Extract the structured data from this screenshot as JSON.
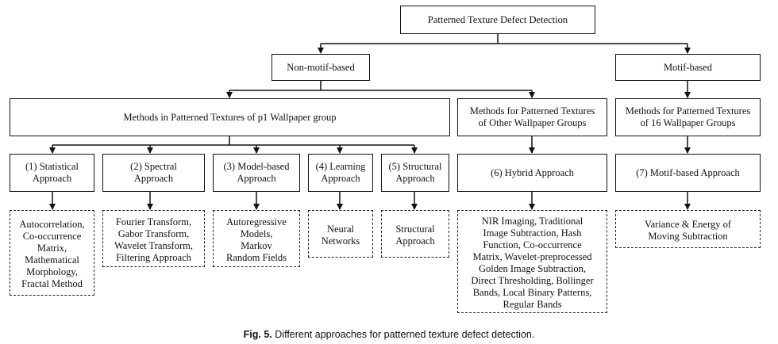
{
  "root": "Patterned Texture Defect Detection",
  "level1": {
    "left": "Non-motif-based",
    "right": "Motif-based"
  },
  "level2": {
    "p1": "Methods in Patterned Textures of p1 Wallpaper group",
    "other": [
      "Methods for Patterned Textures",
      "of Other Wallpaper Groups"
    ],
    "sixteen": [
      "Methods for Patterned Textures",
      "of 16 Wallpaper Groups"
    ]
  },
  "approaches": [
    [
      "(1) Statistical",
      "Approach"
    ],
    [
      "(2) Spectral",
      "Approach"
    ],
    [
      "(3) Model-based",
      "Approach"
    ],
    [
      "(4) Learning",
      "Approach"
    ],
    [
      "(5) Structural",
      "Approach"
    ],
    [
      "(6) Hybrid Approach"
    ],
    [
      "(7) Motif-based Approach"
    ]
  ],
  "methods": [
    [
      "Autocorrelation,",
      "Co-occurrence",
      "Matrix,",
      "Mathematical",
      "Morphology,",
      "Fractal Method"
    ],
    [
      "Fourier Transform,",
      "Gabor Transform,",
      "Wavelet Transform,",
      "Filtering Approach"
    ],
    [
      "Autoregressive",
      "Models,",
      "Markov",
      "Random Fields"
    ],
    [
      "Neural",
      "Networks"
    ],
    [
      "Structural",
      "Approach"
    ],
    [
      "NIR Imaging, Traditional",
      "Image Subtraction, Hash",
      "Function, Co-occurrence",
      "Matrix, Wavelet-preprocessed",
      "Golden Image Subtraction,",
      "Direct Thresholding, Bollinger",
      "Bands, Local Binary Patterns,",
      "Regular Bands"
    ],
    [
      "Variance & Energy of",
      "Moving Subtraction"
    ]
  ],
  "caption": {
    "label": "Fig. 5.",
    "text": "Different approaches for patterned texture defect detection."
  }
}
